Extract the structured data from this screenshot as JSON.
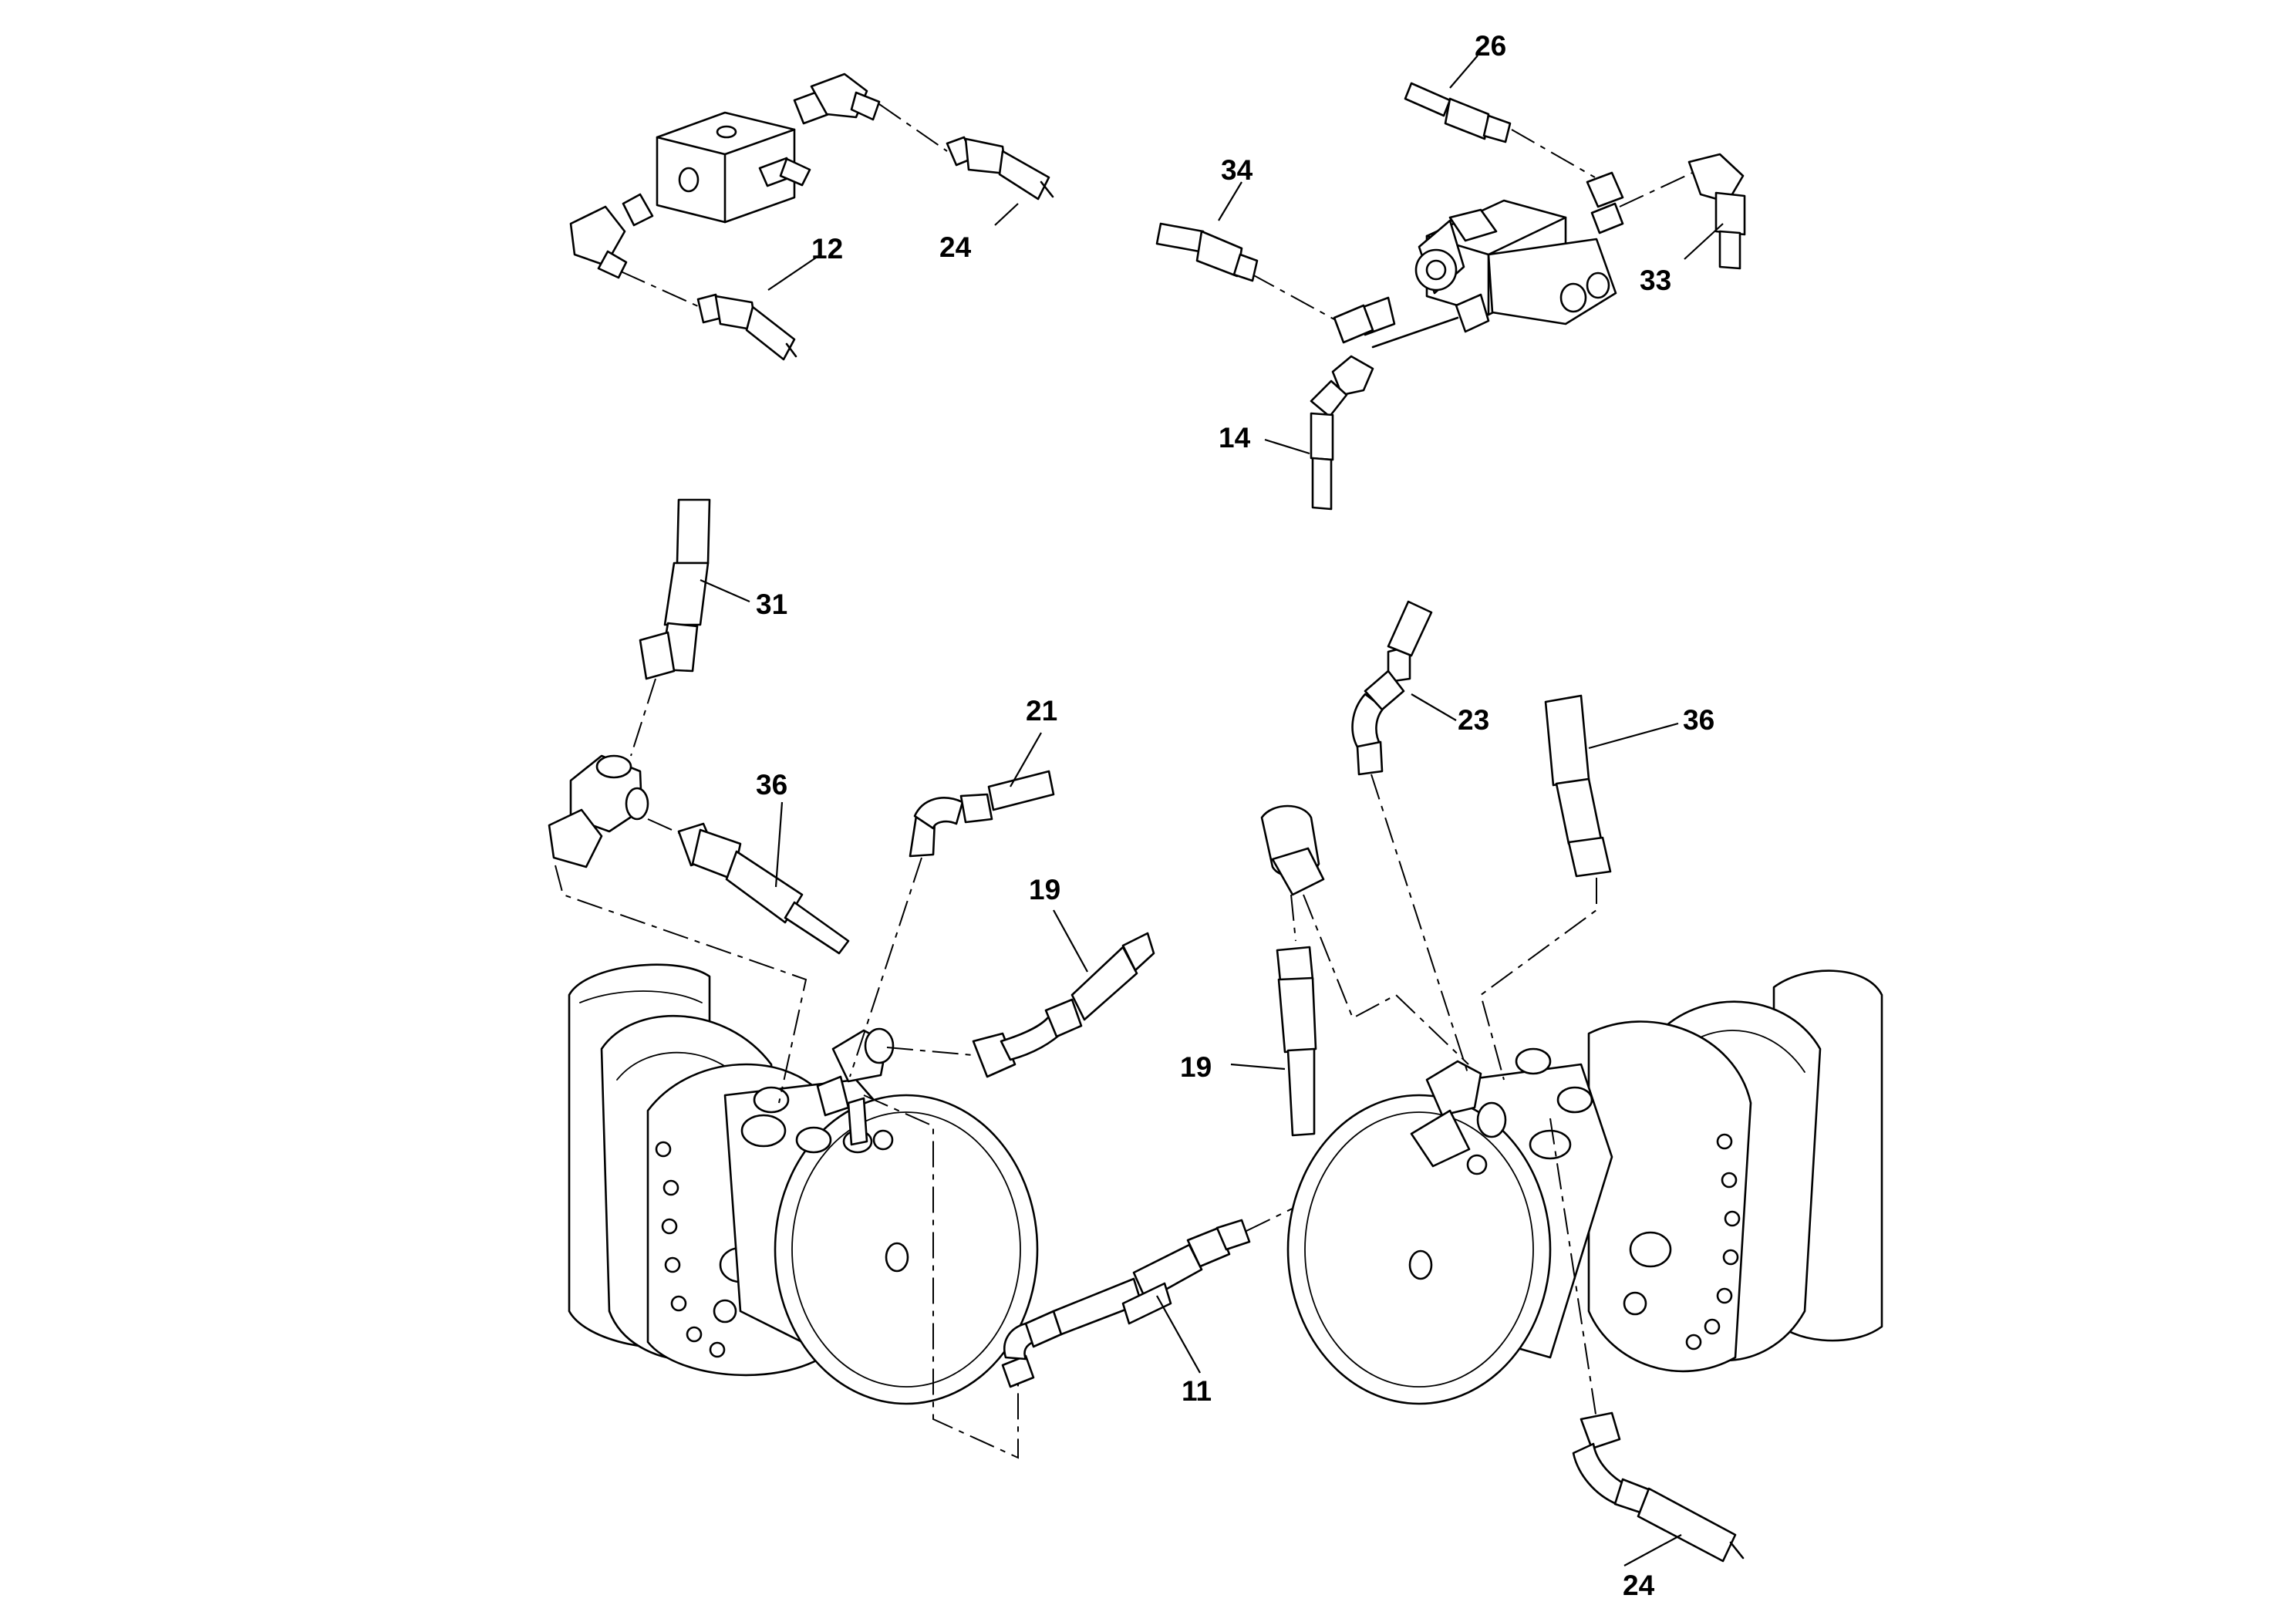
{
  "callouts": [
    {
      "id": "c12a",
      "label": "12"
    },
    {
      "id": "c24a",
      "label": "24"
    },
    {
      "id": "c26",
      "label": "26"
    },
    {
      "id": "c34",
      "label": "34"
    },
    {
      "id": "c33",
      "label": "33"
    },
    {
      "id": "c14",
      "label": "14"
    },
    {
      "id": "c31",
      "label": "31"
    },
    {
      "id": "c36a",
      "label": "36"
    },
    {
      "id": "c21",
      "label": "21"
    },
    {
      "id": "c19a",
      "label": "19"
    },
    {
      "id": "c23",
      "label": "23"
    },
    {
      "id": "c36b",
      "label": "36"
    },
    {
      "id": "c19b",
      "label": "19"
    },
    {
      "id": "c11",
      "label": "11"
    },
    {
      "id": "c24b",
      "label": "24"
    }
  ]
}
